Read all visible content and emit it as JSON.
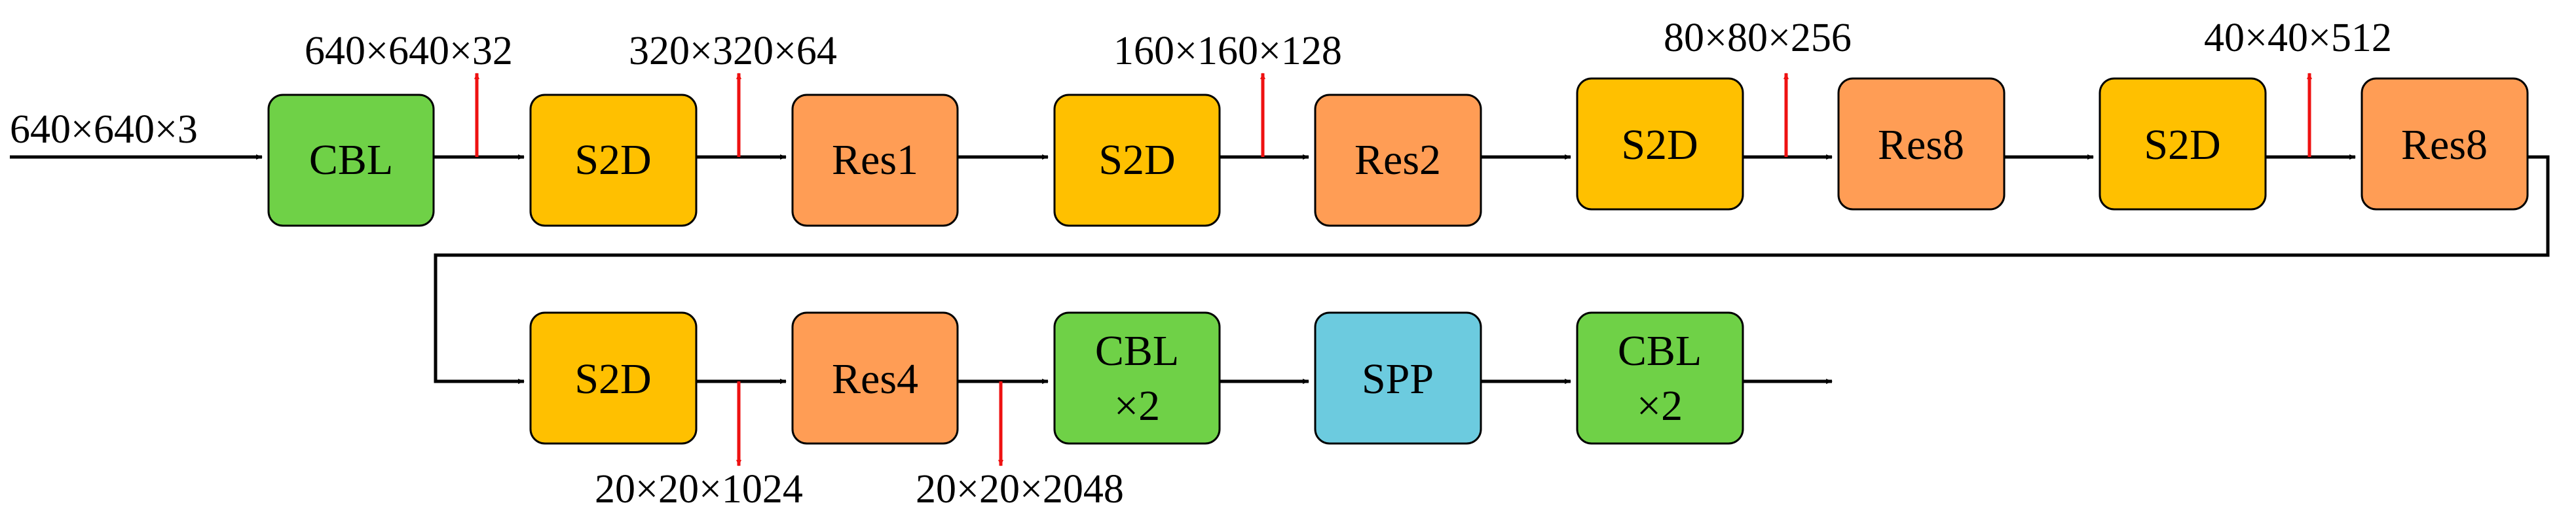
{
  "colors": {
    "cbl": "#6fd147",
    "s2d": "#ffc000",
    "res": "#ff9d55",
    "spp": "#6ccbdf",
    "arrow": "#000000",
    "tap": "#ee1111"
  },
  "input_label": "640×640×3",
  "blocks": {
    "cbl1": {
      "line1": "CBL",
      "line2": ""
    },
    "s2d1": {
      "line1": "S2D",
      "line2": ""
    },
    "res1": {
      "line1": "Res1",
      "line2": ""
    },
    "s2d2": {
      "line1": "S2D",
      "line2": ""
    },
    "res2": {
      "line1": "Res2",
      "line2": ""
    },
    "s2d3": {
      "line1": "S2D",
      "line2": ""
    },
    "res8a": {
      "line1": "Res8",
      "line2": ""
    },
    "s2d4": {
      "line1": "S2D",
      "line2": ""
    },
    "res8b": {
      "line1": "Res8",
      "line2": ""
    },
    "s2d5": {
      "line1": "S2D",
      "line2": ""
    },
    "res4": {
      "line1": "Res4",
      "line2": ""
    },
    "cbl2": {
      "line1": "CBL",
      "line2": "×2"
    },
    "spp": {
      "line1": "SPP",
      "line2": ""
    },
    "cbl3": {
      "line1": "CBL",
      "line2": "×2"
    }
  },
  "taps": {
    "t1": "640×640×32",
    "t2": "320×320×64",
    "t3": "160×160×128",
    "t4": "80×80×256",
    "t5": "40×40×512",
    "t6": "20×20×1024",
    "t7": "20×20×2048"
  }
}
